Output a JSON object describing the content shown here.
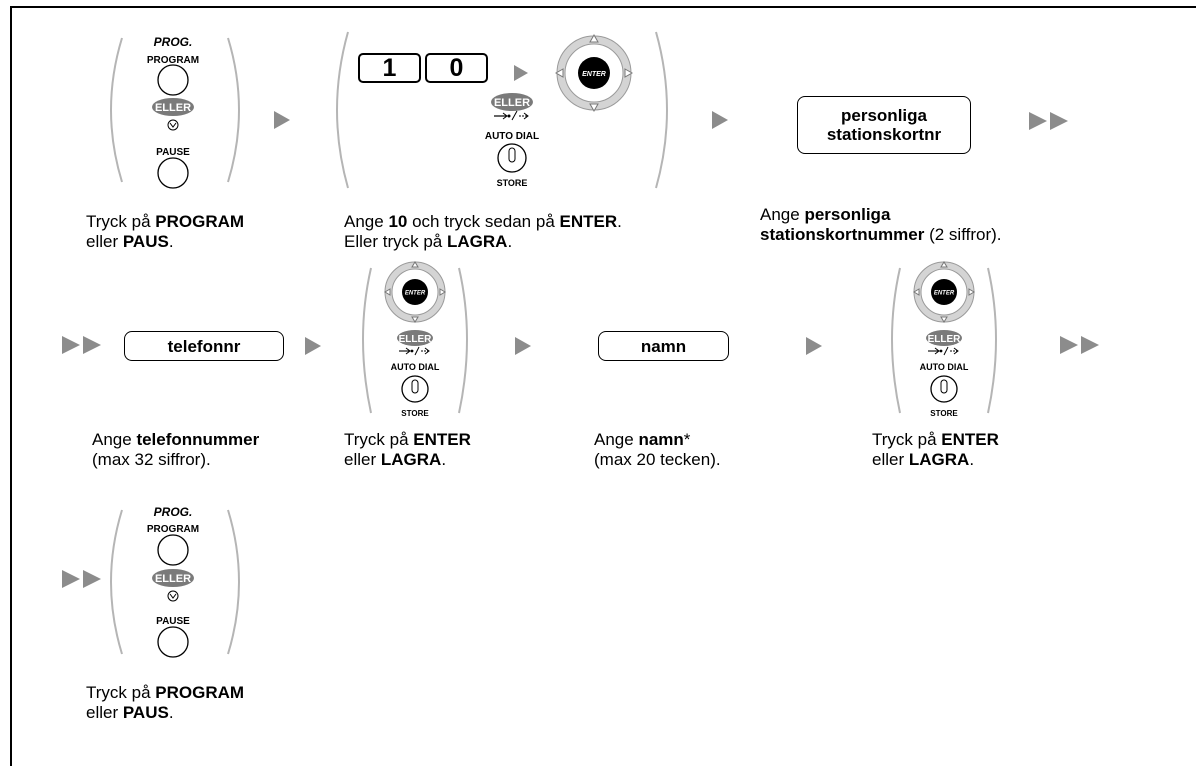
{
  "diagram": {
    "button_labels": {
      "prog": "PROG.",
      "program": "PROGRAM",
      "eller": "ELLER",
      "pause": "PAUSE",
      "enter": "ENTER",
      "auto_dial": "AUTO DIAL",
      "store": "STORE"
    },
    "digits": [
      "1",
      "0"
    ],
    "boxes": {
      "personliga_line1": "personliga",
      "personliga_line2": "stationskortnr",
      "telefonnr": "telefonnr",
      "namn": "namn"
    },
    "captions": {
      "step1": {
        "t1": "Tryck på ",
        "b1": "PROGRAM",
        "t2": "eller ",
        "b2": "PAUS",
        "t3": "."
      },
      "step2": {
        "t1": "Ange ",
        "b1": "10",
        "t2": " och tryck sedan på ",
        "b2": "ENTER",
        "t3": ".",
        "t4": "Eller tryck på ",
        "b3": "LAGRA",
        "t5": "."
      },
      "step3": {
        "t1": "Ange ",
        "b1": "personliga",
        "b2": "stationskortnummer",
        "t2": " (2 siffror)."
      },
      "step4": {
        "t1": "Ange ",
        "b1": "telefonnummer",
        "t2": "(max 32 siffror)."
      },
      "step5": {
        "t1": "Tryck på ",
        "b1": "ENTER",
        "t2": "eller ",
        "b2": "LAGRA",
        "t3": "."
      },
      "step6": {
        "t1": "Ange ",
        "b1": "namn",
        "t2": "*",
        "t3": "(max 20 tecken)."
      },
      "step7": {
        "t1": "Tryck på ",
        "b1": "ENTER",
        "t2": "eller ",
        "b2": "LAGRA",
        "t3": "."
      },
      "step8": {
        "t1": "Tryck på ",
        "b1": "PROGRAM",
        "t2": "eller ",
        "b2": "PAUS",
        "t3": "."
      }
    },
    "colors": {
      "paren": "#b5b5b5",
      "navi": "#d4d4d4",
      "badge": "#7a7a7a",
      "arrow": "#8c8c8c"
    }
  }
}
